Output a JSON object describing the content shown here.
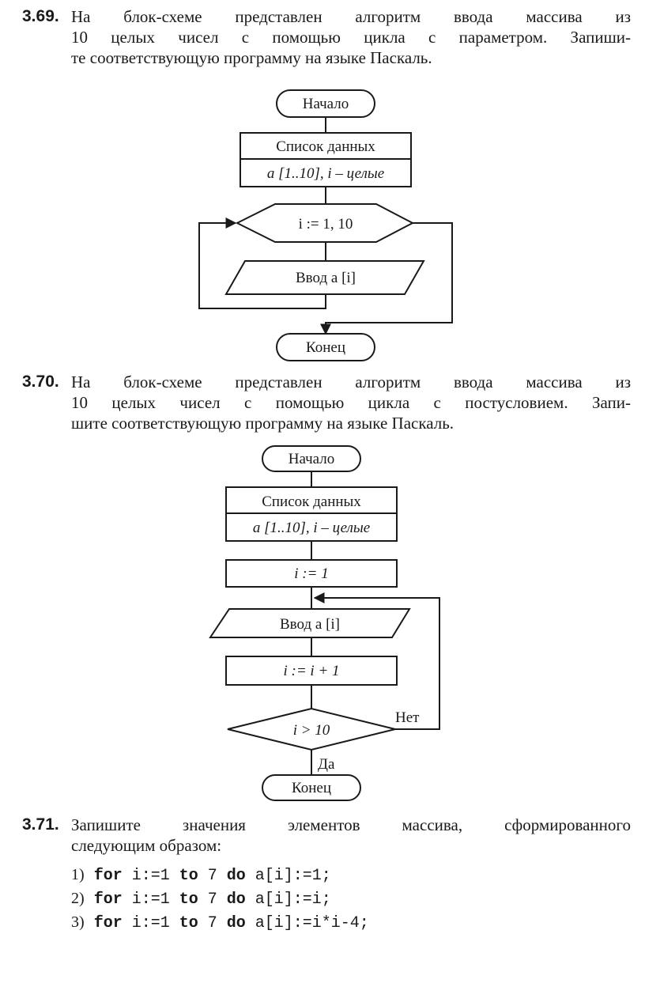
{
  "task_69": {
    "number": "3.69.",
    "lines": [
      "На блок-схеме представлен алгоритм ввода массива из",
      "10 целых чисел с помощью цикла с параметром. Запиши-",
      "те соответствующую программу на языке Паскаль."
    ],
    "flowchart": {
      "start": "Начало",
      "data_title": "Список данных",
      "data_decl": "a [1..10], i – целые",
      "loop": "i := 1, 10",
      "input": "Ввод a [i]",
      "end": "Конец"
    }
  },
  "task_70": {
    "number": "3.70.",
    "lines": [
      "На блок-схеме представлен алгоритм ввода массива из",
      "10 целых чисел с помощью цикла с постусловием. Запи-",
      "шите соответствующую программу на языке Паскаль."
    ],
    "flowchart": {
      "start": "Начало",
      "data_title": "Список данных",
      "data_decl": "a [1..10], i – целые",
      "init": "i := 1",
      "input": "Ввод a [i]",
      "increment": "i := i + 1",
      "condition": "i > 10",
      "no_label": "Нет",
      "yes_label": "Да",
      "end": "Конец"
    }
  },
  "task_71": {
    "number": "3.71.",
    "lines": [
      "Запишите значения элементов массива, сформированного",
      "следующим образом:"
    ],
    "code": [
      {
        "index": "1)",
        "kw_for": "for",
        "from": " i:=1 ",
        "kw_to": "to",
        "mid": " 7 ",
        "kw_do": "do",
        "body": " a[i]:=1;"
      },
      {
        "index": "2)",
        "kw_for": "for",
        "from": " i:=1 ",
        "kw_to": "to",
        "mid": " 7 ",
        "kw_do": "do",
        "body": " a[i]:=i;"
      },
      {
        "index": "3)",
        "kw_for": "for",
        "from": " i:=1 ",
        "kw_to": "to",
        "mid": " 7 ",
        "kw_do": "do",
        "body": " a[i]:=i*i-4;"
      }
    ]
  }
}
